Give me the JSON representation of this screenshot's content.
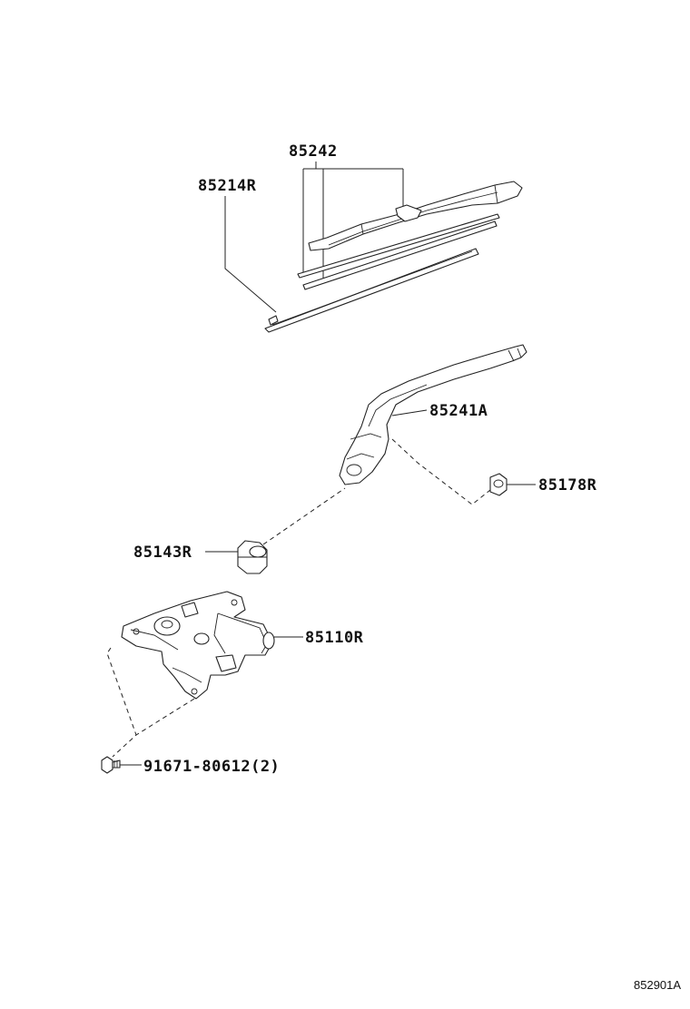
{
  "parts": {
    "refill_set": "85242",
    "blade": "85214R",
    "arm": "85241A",
    "arm_nut": "85178R",
    "pivot_cap": "85143R",
    "motor": "85110R",
    "bolt": "91671-80612(2)"
  },
  "figure_ref": "852901A"
}
